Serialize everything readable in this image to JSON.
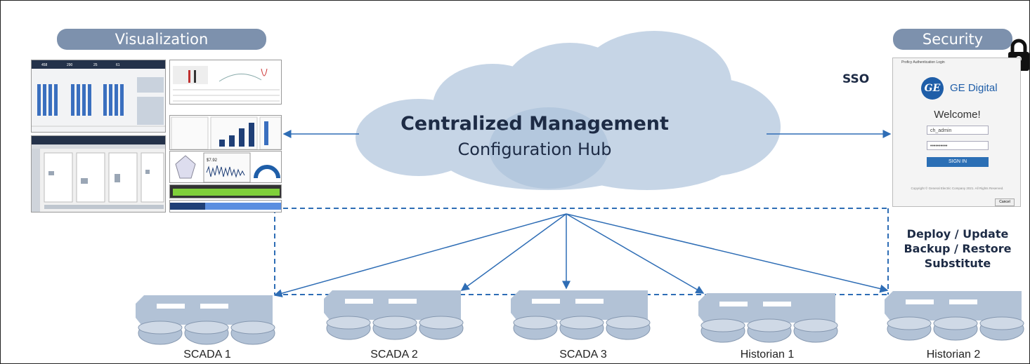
{
  "visualization": {
    "label": "Visualization"
  },
  "security": {
    "label": "Security",
    "sso_label": "SSO"
  },
  "hub": {
    "title": "Centralized Management",
    "subtitle": "Configuration Hub"
  },
  "operations": {
    "line1": "Deploy / Update",
    "line2": "Backup / Restore",
    "line3": "Substitute"
  },
  "login_panel": {
    "window_title": "Proficy Authentication Login",
    "brand": "GE Digital",
    "logo_text": "GE",
    "welcome": "Welcome!",
    "username_value": "ch_admin",
    "password_value": "••••••••••",
    "sign_in_label": "SIGN IN",
    "copyright": "Copyright © General Electric Company 2021. All Rights Reserved.",
    "cancel_label": "Cancel"
  },
  "nodes": [
    {
      "label": "SCADA 1"
    },
    {
      "label": "SCADA 2"
    },
    {
      "label": "SCADA 3"
    },
    {
      "label": "Historian 1"
    },
    {
      "label": "Historian 2"
    }
  ],
  "colors": {
    "pill": "#7d91ad",
    "cloud": "#c6d5e6",
    "arrow": "#2e6db5",
    "server": "#b2c2d6",
    "title": "#1d2b45"
  }
}
